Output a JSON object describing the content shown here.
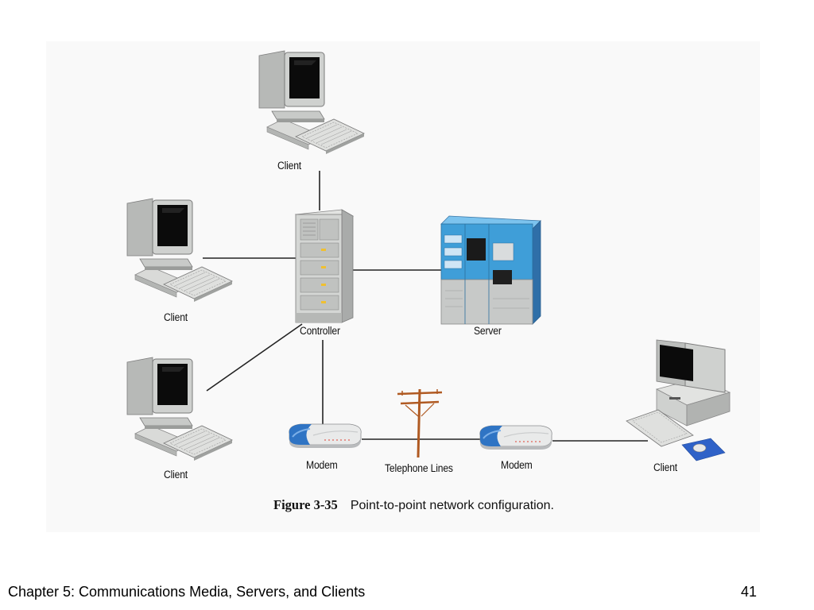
{
  "diagram": {
    "nodes": {
      "client_top": {
        "label": "Client",
        "icon": "desktop-computer-icon"
      },
      "client_mid": {
        "label": "Client",
        "icon": "desktop-computer-icon"
      },
      "client_bottom": {
        "label": "Client",
        "icon": "desktop-computer-icon"
      },
      "controller": {
        "label": "Controller",
        "icon": "tower-controller-icon"
      },
      "server": {
        "label": "Server",
        "icon": "mainframe-server-icon"
      },
      "modem_left": {
        "label": "Modem",
        "icon": "modem-icon"
      },
      "telephone_lines": {
        "label": "Telephone Lines",
        "icon": "telephone-pole-icon"
      },
      "modem_right": {
        "label": "Modem",
        "icon": "modem-icon"
      },
      "client_remote": {
        "label": "Client",
        "icon": "desktop-computer-icon"
      }
    },
    "edges": [
      [
        "client_top",
        "controller"
      ],
      [
        "client_mid",
        "controller"
      ],
      [
        "client_bottom",
        "controller"
      ],
      [
        "controller",
        "server"
      ],
      [
        "controller",
        "modem_left"
      ],
      [
        "modem_left",
        "modem_right"
      ],
      [
        "modem_right",
        "client_remote"
      ]
    ]
  },
  "caption": {
    "number": "Figure 3-35",
    "text": "Point-to-point network configuration."
  },
  "footer": {
    "chapter": "Chapter 5:  Communications Media, Servers, and Clients",
    "page": "41"
  },
  "colors": {
    "connector_line": "#222222",
    "computer_body": "#cfd1cf",
    "screen": "#0b0b0b",
    "server_blue": "#3f9ed8",
    "modem_blue": "#2f74c4"
  }
}
